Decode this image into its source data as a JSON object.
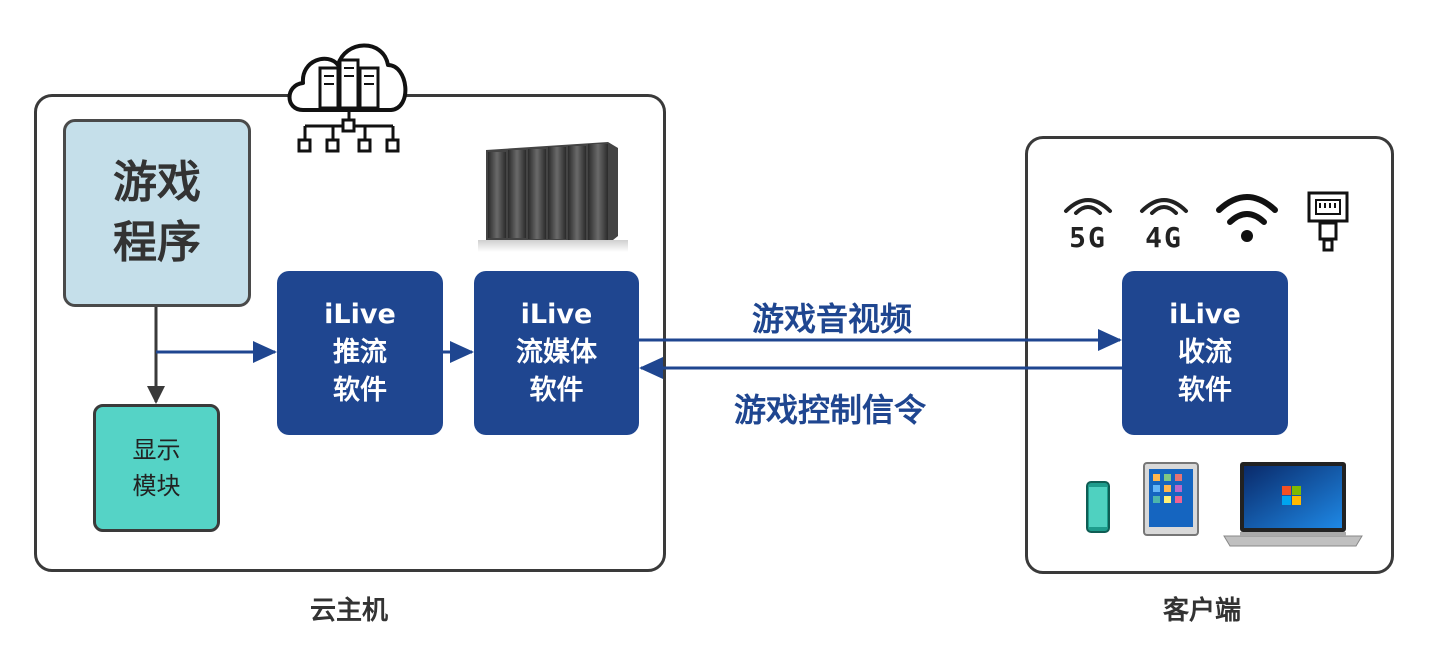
{
  "cloud_host": {
    "label": "云主机",
    "game_program": {
      "line1": "游戏",
      "line2": "程序"
    },
    "display_module": {
      "line1": "显示",
      "line2": "模块"
    },
    "push_software": {
      "line1": "iLive",
      "line2": "推流",
      "line3": "软件"
    },
    "media_software": {
      "line1": "iLive",
      "line2": "流媒体",
      "line3": "软件"
    }
  },
  "links": {
    "av_label": "游戏音视频",
    "control_label": "游戏控制信令"
  },
  "client": {
    "label": "客户端",
    "receive_software": {
      "line1": "iLive",
      "line2": "收流",
      "line3": "软件"
    },
    "networks": [
      "5G",
      "4G"
    ]
  },
  "colors": {
    "primary_blue": "#1f4690",
    "game_box": "#c5dfea",
    "display_box": "#55d3c6",
    "border": "#3a3a3a"
  },
  "icons": [
    "cloud-server-icon",
    "server-rack-icon",
    "wifi-icon",
    "ethernet-port-icon",
    "phone-icon",
    "tablet-icon",
    "laptop-icon"
  ]
}
